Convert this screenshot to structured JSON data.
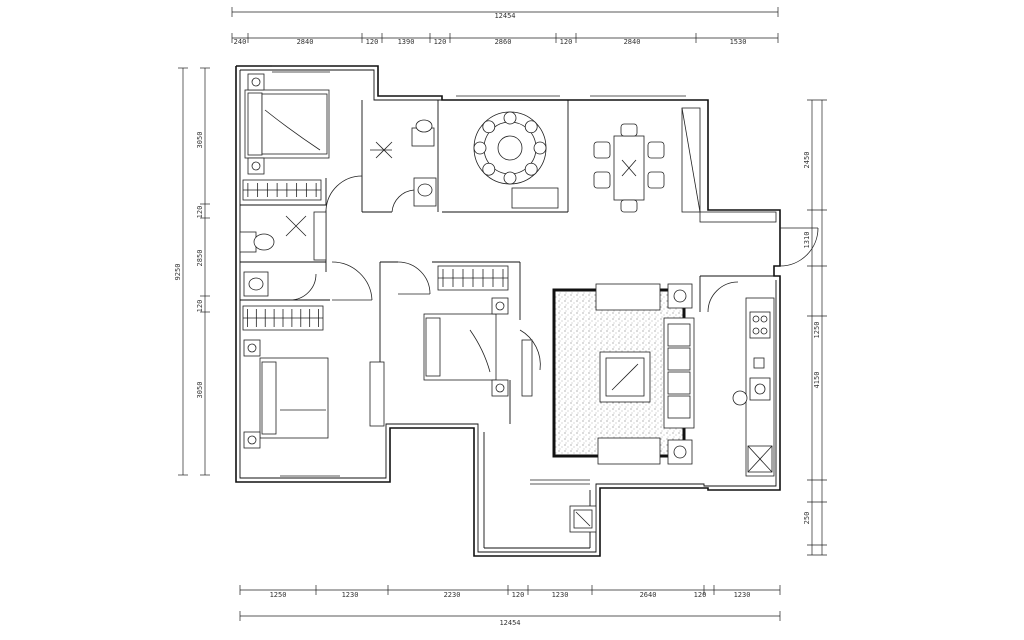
{
  "plan": {
    "title": "",
    "top_dims": {
      "overall": "12454",
      "segments": [
        "240",
        "2840",
        "120",
        "1390",
        "120",
        "2860",
        "120",
        "2840",
        "1530"
      ]
    },
    "bottom_dims": {
      "overall": "12454",
      "segments": [
        "1250",
        "1230",
        "2230",
        "120",
        "1230",
        "2640",
        "120",
        "1230"
      ]
    },
    "left_dims": {
      "overall": "9250",
      "segments": [
        "3050",
        "120",
        "2850",
        "120",
        "3050"
      ]
    },
    "right_dims": {
      "segments": [
        "2450",
        "1310",
        "4150",
        "1250",
        "250"
      ]
    }
  }
}
